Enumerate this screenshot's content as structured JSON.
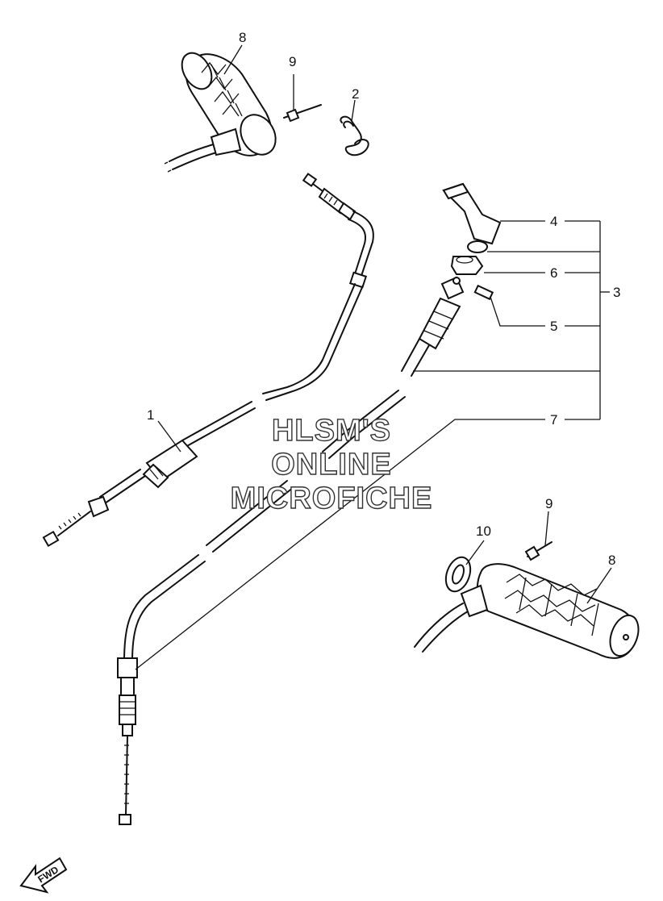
{
  "callouts": {
    "c1": "1",
    "c2": "2",
    "c3": "3",
    "c4": "4",
    "c5": "5",
    "c6": "6",
    "c7": "7",
    "c8_top": "8",
    "c9_top": "9",
    "c8_bottom": "8",
    "c9_bottom": "9",
    "c10": "10"
  },
  "watermark": {
    "line1": "HLSM'S",
    "line2": "ONLINE",
    "line3": "MICROFICHE"
  },
  "direction_badge": "FWD"
}
